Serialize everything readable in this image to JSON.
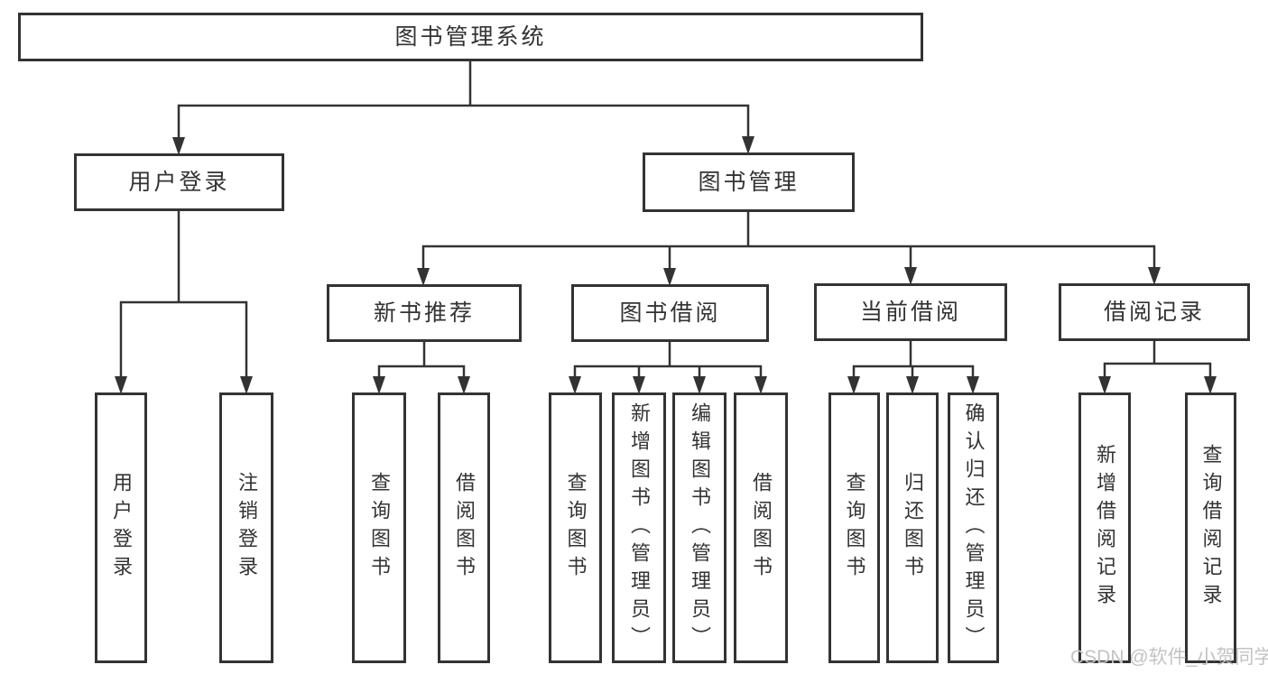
{
  "tree": {
    "label": "图书管理系统",
    "children": [
      {
        "label": "用户登录",
        "children": [
          {
            "label": "用户登录"
          },
          {
            "label": "注销登录"
          }
        ]
      },
      {
        "label": "图书管理",
        "children": [
          {
            "label": "新书推荐",
            "children": [
              {
                "label": "查询图书"
              },
              {
                "label": "借阅图书"
              }
            ]
          },
          {
            "label": "图书借阅",
            "children": [
              {
                "label": "查询图书"
              },
              {
                "label": "新增图书（管理员）"
              },
              {
                "label": "编辑图书（管理员）"
              },
              {
                "label": "借阅图书"
              }
            ]
          },
          {
            "label": "当前借阅",
            "children": [
              {
                "label": "查询图书"
              },
              {
                "label": "归还图书"
              },
              {
                "label": "确认归还（管理员）"
              }
            ]
          },
          {
            "label": "借阅记录",
            "children": [
              {
                "label": "新增借阅记录"
              },
              {
                "label": "查询借阅记录"
              }
            ]
          }
        ]
      }
    ]
  },
  "watermark": {
    "text": "CSDN @软件_小贺同学"
  },
  "colors": {
    "line": "#333333",
    "box_border": "#333333",
    "box_fill": "#ffffff",
    "text": "#333333",
    "watermark": "#c3c3c3",
    "background": "#ffffff"
  }
}
